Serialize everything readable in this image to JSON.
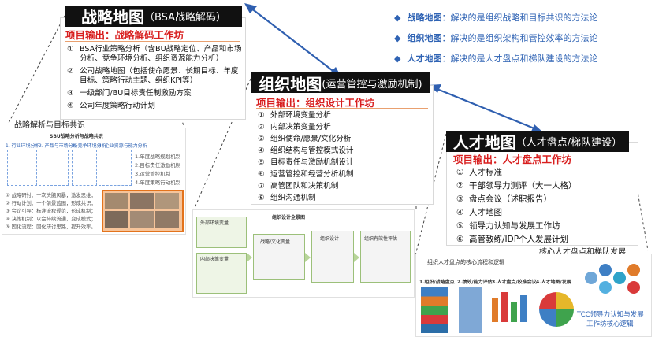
{
  "legend": [
    {
      "key": "战略地图",
      "desc": "：解决的是组织战略和目标共识的方法论"
    },
    {
      "key": "组织地图",
      "desc": "：解决的是组织架构和管控效率的方法论"
    },
    {
      "key": "人才地图",
      "desc": "：解决的是人才盘点和梯队建设的方法论"
    }
  ],
  "strategy": {
    "title_big": "战略地图",
    "title_small": "（BSA战略解码）",
    "output": "项目输出：战略解码工作坊",
    "items": [
      {
        "n": "①",
        "t": "BSA行业策略分析（含BU战略定位、产品和市场分析、竞争环境分析、组织资源能力分析）"
      },
      {
        "n": "②",
        "t": "公司战略地图（包括使命愿景、长期目标、年度目标、策略行动主题、组织KPI等）"
      },
      {
        "n": "③",
        "t": "一级部门/BU目标责任制激励方案"
      },
      {
        "n": "④",
        "t": "公司年度策略行动计划"
      }
    ],
    "mini_caption": "战略解析与目标共识",
    "mini": {
      "title": "SBU战略分析与战略共识",
      "steps": [
        "1. 行业环境分析",
        "2. 产品与市场分析",
        "3. 竞争环境分析",
        "4. 企业资源与能力分析"
      ],
      "right_list": [
        "1.年度战略规划机制",
        "2.目标责任激励机制",
        "3.运营管控机制",
        "4.年度策略行动机制"
      ],
      "left_list": [
        "① 战略研讨：一次头脑风暴，激发思维；",
        "② 行动计划：一个前景蓝图，形成共识；",
        "③ 会议引导：标准流程规范，形成机制；",
        "④ 决策机制：以会持续流通，变成模式；",
        "⑤ 固化流程：固化研讨思路，提升效率。"
      ]
    }
  },
  "org": {
    "title_big": "组织地图",
    "title_small": "(运营管控与激励机制)",
    "output": "项目输出：组织设计工作坊",
    "items": [
      {
        "n": "①",
        "t": "外部环境变量分析"
      },
      {
        "n": "②",
        "t": "内部决策变量分析"
      },
      {
        "n": "③",
        "t": "组织使命/愿景/文化分析"
      },
      {
        "n": "④",
        "t": "组织结构与管控模式设计"
      },
      {
        "n": "⑤",
        "t": "目标责任与激励机制设计"
      },
      {
        "n": "⑥",
        "t": "运营管控和经营分析机制"
      },
      {
        "n": "⑦",
        "t": "高管团队和决策机制"
      },
      {
        "n": "⑧",
        "t": "组织沟通机制"
      }
    ],
    "mini": {
      "title": "组织设计全景图",
      "boxes": [
        "外部环境变量",
        "内部决策变量",
        "战略/文化变量",
        "组织设计",
        "组织有效性评估"
      ]
    }
  },
  "talent": {
    "title_big": "人才地图",
    "title_small": "（人才盘点/梯队建设）",
    "output": "项目输出：人才盘点工作坊",
    "items": [
      {
        "n": "①",
        "t": "人才标准"
      },
      {
        "n": "②",
        "t": "干部领导力测评（大一人格）"
      },
      {
        "n": "③",
        "t": "盘点会议（述职报告）"
      },
      {
        "n": "④",
        "t": "人才地图"
      },
      {
        "n": "⑤",
        "t": "领导力认知与发展工作坊"
      },
      {
        "n": "⑥",
        "t": "高管教练/IDP个人发展计划"
      }
    ],
    "mini_caption": "核心人才盘点和梯队发展",
    "mini": {
      "title": "组织人才盘点的核心流程和逻辑",
      "steps": [
        "1.组织/战略盘点",
        "2.绩效/能力评估",
        "3.人才盘点/校准会议",
        "4.人才地图/发展"
      ],
      "tcc_line1": "TCC领导力认知与发展",
      "tcc_line2": "工作坊核心逻辑"
    }
  },
  "colors": {
    "accent_red": "#d81e1e",
    "legend_blue": "#2f63b4",
    "arrow_blue": "#2f5fb0",
    "header_bg": "#111111"
  }
}
